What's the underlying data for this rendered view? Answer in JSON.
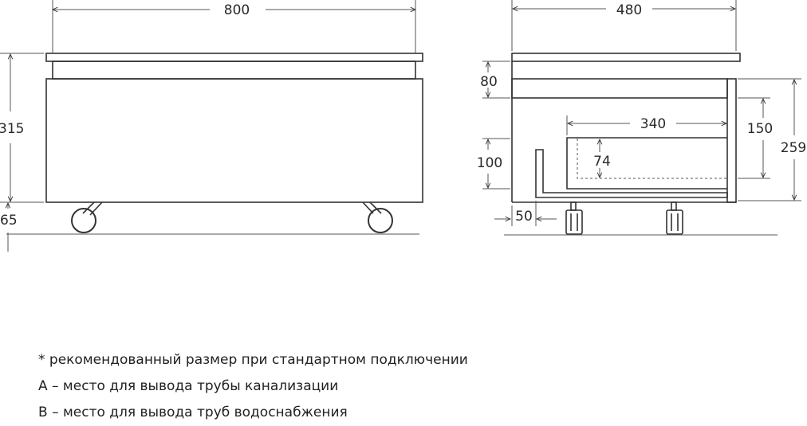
{
  "dimensions": {
    "front_width": "800",
    "front_height": "315",
    "wheel_height": "65",
    "side_width": "480",
    "top_panel": "80",
    "inner_width": "340",
    "drawer_depth": "150",
    "drawer_height": "259",
    "drawer_inner": "74",
    "pipe_height": "100",
    "pipe_offset": "50"
  },
  "notes": [
    "* рекомендованный размер при стандартном подключении",
    "А – место для вывода трубы канализации",
    "В – место для вывода труб водоснабжения"
  ]
}
